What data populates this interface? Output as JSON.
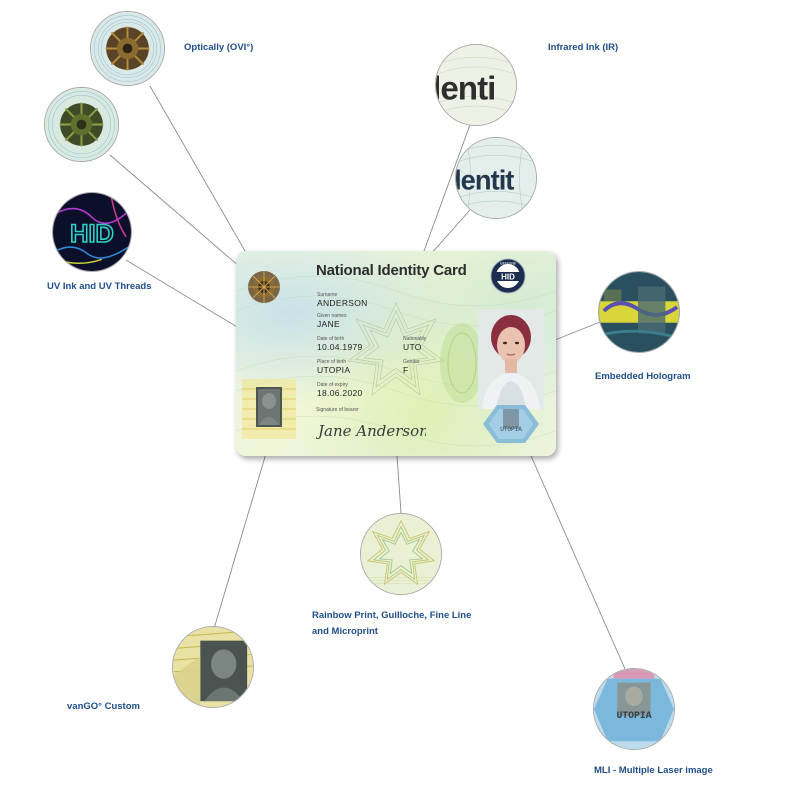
{
  "card": {
    "title": "National Identity Card",
    "logo_text": "HID",
    "logo_ring_text": "GENUINE",
    "fields": {
      "surname_label": "Surname",
      "surname": "ANDERSON",
      "given_names_label": "Given names",
      "given_names": "JANE",
      "dob_label": "Date of birth",
      "dob": "10.04.1979",
      "nationality_label": "Nationality",
      "nationality": "UTO",
      "pob_label": "Place of birth",
      "pob": "UTOPIA",
      "gender_label": "Gender",
      "gender": "F",
      "expiry_label": "Date of expiry",
      "expiry": "18.06.2020",
      "signature_label": "Signature of bearer",
      "signature": "Jane Anderson"
    },
    "mli_text": "UTOPIA"
  },
  "features": {
    "ovi": "Optically (OVI°)",
    "ir": "Infrared Ink (IR)",
    "uv": "UV Ink and UV Threads",
    "hologram": "Embedded Hologram",
    "rainbow_line1": "Rainbow Print, Guilloche, Fine Line",
    "rainbow_line2": "and Microprint",
    "vango": "vanGO° Custom",
    "mli": "MLI - Multiple Laser image"
  },
  "zoom_texts": {
    "ir_1": "lenti",
    "ir_2": "lentit",
    "uv": "HID",
    "mli": "UTOPIA"
  },
  "colors": {
    "label_blue": "#1f4e8c",
    "leader_gray": "#8c8c8c",
    "circle_border": "#a9a9a9"
  }
}
